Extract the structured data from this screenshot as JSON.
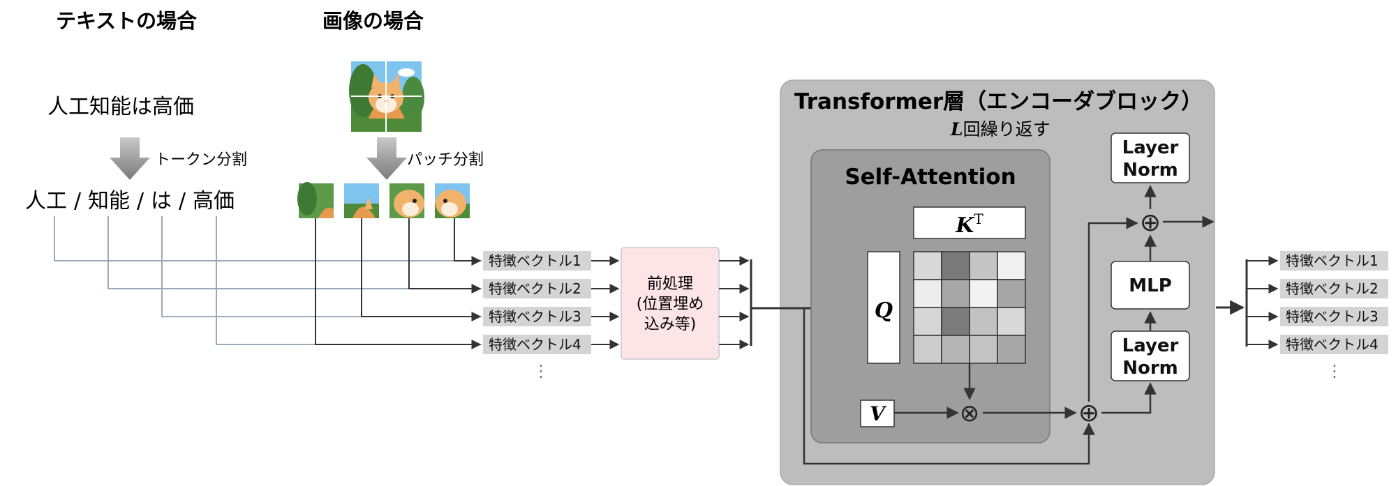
{
  "text_section": {
    "title": "テキストの場合",
    "sentence": "人工知能は高価",
    "split_label": "トークン分割",
    "tokens": [
      "人工",
      "/",
      "知能",
      "/",
      "は",
      "/",
      "高価"
    ]
  },
  "image_section": {
    "title": "画像の場合",
    "split_label": "パッチ分割",
    "image_description": "cartoon cat illustration divided into 4 patches"
  },
  "input_vectors": [
    "特徴ベクトル1",
    "特徴ベクトル2",
    "特徴ベクトル3",
    "特徴ベクトル4"
  ],
  "input_ellipsis": "⋮",
  "preprocess": {
    "lines": [
      "前処理",
      "(位置埋め",
      "込み等)"
    ]
  },
  "encoder": {
    "title": "Transformer層（エンコーダブロック）",
    "repeat_var": "L",
    "repeat_text": "回繰り返す",
    "self_attention": {
      "title": "Self-Attention",
      "k_label": "K",
      "k_sup": "T",
      "q_label": "Q",
      "v_label": "V",
      "matmul_symbol": "⊗"
    },
    "add_symbol": "⊕",
    "layer_norm_lines": [
      "Layer",
      "Norm"
    ],
    "mlp_label": "MLP"
  },
  "output_vectors": [
    "特徴ベクトル1",
    "特徴ベクトル2",
    "特徴ベクトル3",
    "特徴ベクトル4"
  ],
  "output_ellipsis": "⋮",
  "colors": {
    "encoder_bg": "#bdbdbd",
    "attention_bg": "#9e9e9e",
    "preprocess_bg": "#fde4e6",
    "vector_bg": "#d4d4d4",
    "arrow": "#333333",
    "text_line": "#9aaab8"
  },
  "attention_matrix": [
    [
      "#d8d8d8",
      "#7a7a7a",
      "#c4c4c4",
      "#f0f0f0"
    ],
    [
      "#ededed",
      "#a8a8a8",
      "#f3f3f3",
      "#a6a6a6"
    ],
    [
      "#d6d6d6",
      "#7c7c7c",
      "#c2c2c2",
      "#d9d9d9"
    ],
    [
      "#cccccc",
      "#b5b5b5",
      "#c4c4c4",
      "#a8a8a8"
    ]
  ]
}
